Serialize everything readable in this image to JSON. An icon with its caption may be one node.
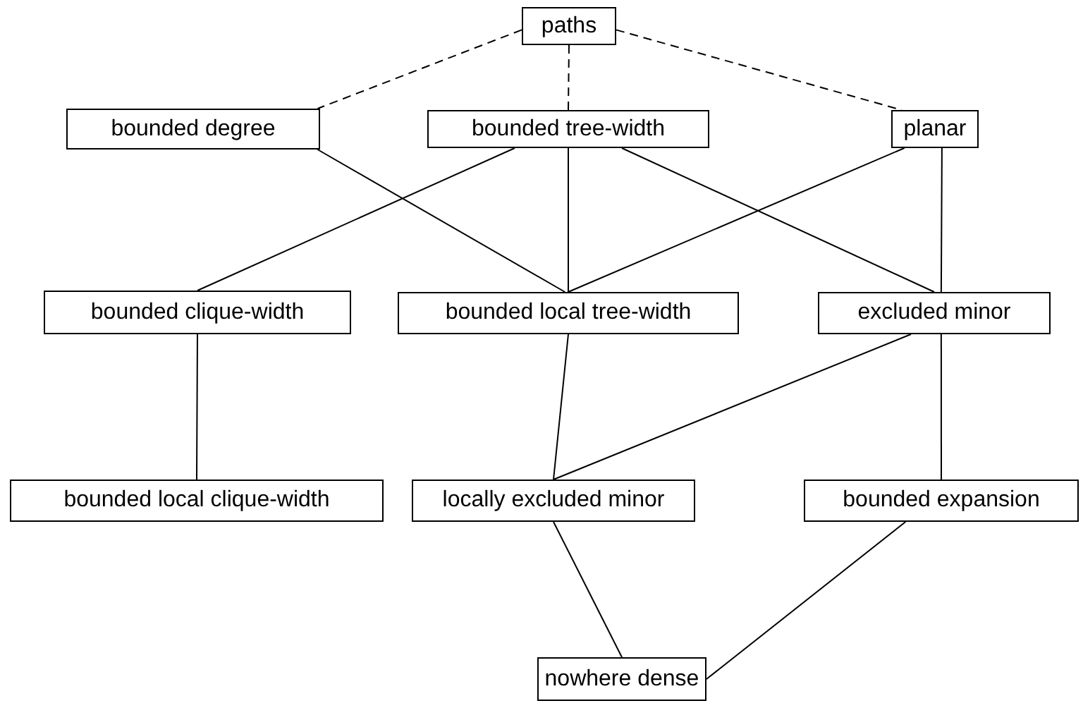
{
  "diagram": {
    "nodes": [
      {
        "text": [
          "paths"
        ]
      },
      {
        "text": [
          "bounded degree"
        ]
      },
      {
        "text": [
          "bounded tree-width"
        ]
      },
      {
        "text": [
          "planar"
        ]
      },
      {
        "text": [
          "bounded clique-width"
        ]
      },
      {
        "text": [
          "bounded local tree-width"
        ]
      },
      {
        "text": [
          "excluded minor"
        ]
      },
      {
        "text": [
          "bounded local clique-width"
        ]
      },
      {
        "text": [
          "locally excluded minor"
        ]
      },
      {
        "text": [
          "bounded expansion"
        ]
      },
      {
        "text": [
          "nowhere dense"
        ]
      }
    ],
    "edges": [
      {
        "from": 0,
        "to": 1,
        "arrow": "none",
        "style": "dashed"
      },
      {
        "from": 0,
        "to": 2,
        "arrow": "none",
        "style": "dashed"
      },
      {
        "from": 0,
        "to": 3,
        "arrow": "none",
        "style": "dashed"
      },
      {
        "from": 1,
        "to": 5,
        "arrow": "none"
      },
      {
        "from": 2,
        "to": 4,
        "arrow": "none"
      },
      {
        "from": 2,
        "to": 5,
        "arrow": "none"
      },
      {
        "from": 2,
        "to": 6,
        "arrow": "none"
      },
      {
        "from": 3,
        "to": 5,
        "arrow": "none"
      },
      {
        "from": 3,
        "to": 6,
        "arrow": "none"
      },
      {
        "from": 4,
        "to": 7,
        "arrow": "none"
      },
      {
        "from": 5,
        "to": 8,
        "arrow": "none"
      },
      {
        "from": 6,
        "to": 8,
        "arrow": "none"
      },
      {
        "from": 6,
        "to": 9,
        "arrow": "none"
      },
      {
        "from": 8,
        "to": 10,
        "arrow": "none"
      },
      {
        "from": 9,
        "to": 10,
        "arrow": "none"
      }
    ]
  }
}
